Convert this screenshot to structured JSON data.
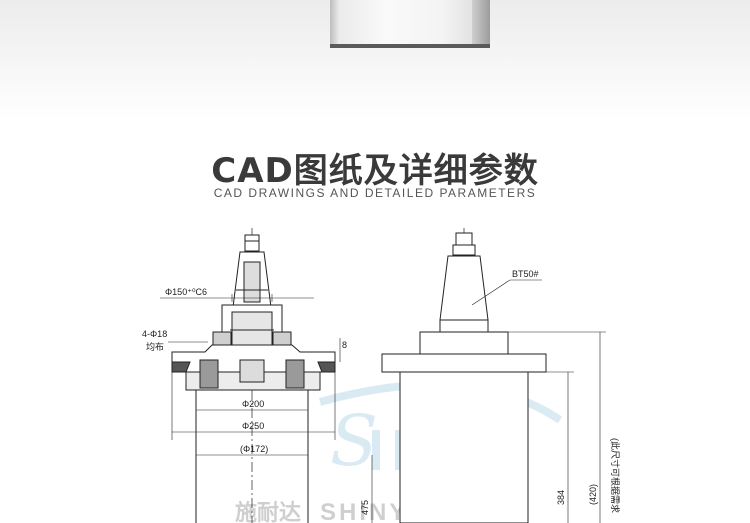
{
  "header": {
    "title_cn": "CAD图纸及详细参数",
    "subtitle_en": "CAD DRAWINGS AND DETAILED PARAMETERS"
  },
  "drawing": {
    "labels": {
      "flange_dia": "Φ150⁺⁰C6",
      "holes": "4-Φ18",
      "holes_note": "均布",
      "dim_8": "8",
      "d200": "Φ200",
      "d250": "Φ250",
      "d172": "(Φ172)",
      "taper": "BT50#",
      "h384": "384",
      "h475": "475",
      "h420": "(420)",
      "note": "(此尺寸可根据需求"
    },
    "watermark_cn": "施耐达",
    "watermark_en": "SHINY DAY"
  }
}
